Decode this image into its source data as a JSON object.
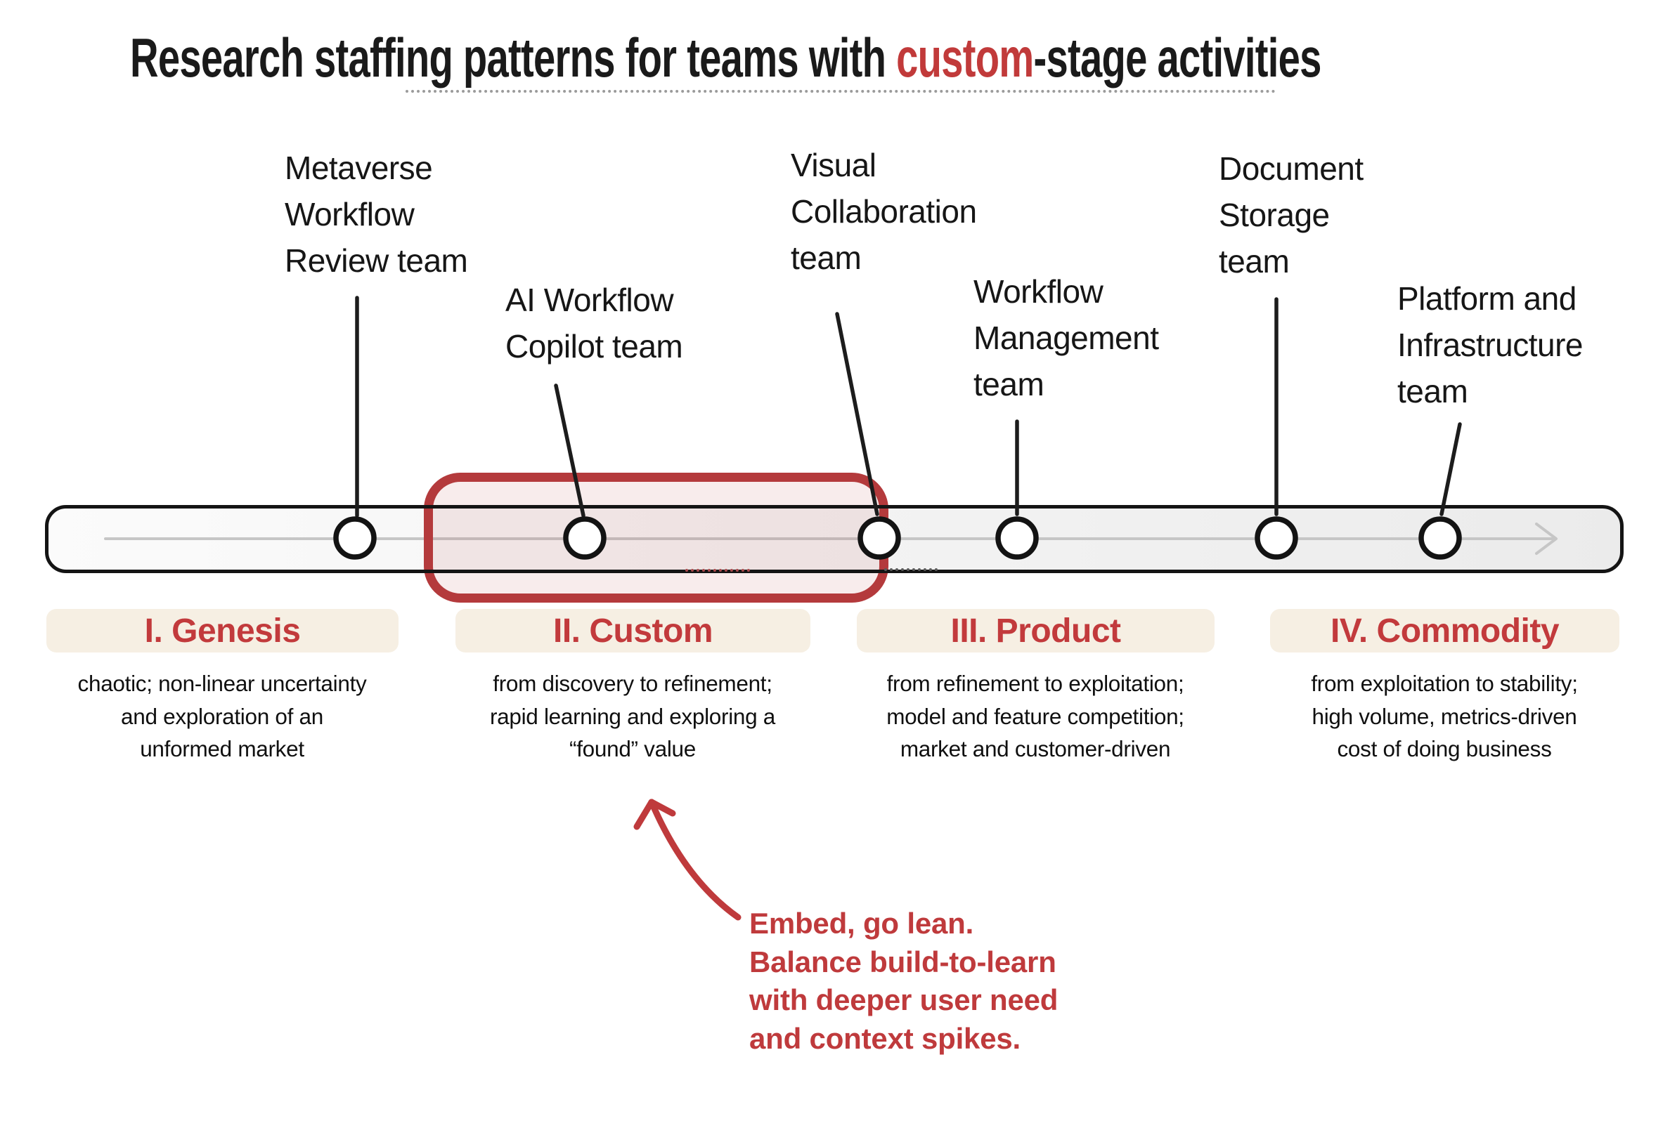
{
  "title": {
    "prefix": "Research staffing patterns for teams with ",
    "highlight": "custom",
    "suffix": "-stage activities"
  },
  "teams": [
    {
      "name": "Metaverse\nWorkflow\nReview team",
      "stage": "I. Genesis"
    },
    {
      "name": "AI Workflow\nCopilot team",
      "stage": "II. Custom"
    },
    {
      "name": "Visual\nCollaboration\nteam",
      "stage": "II. Custom"
    },
    {
      "name": "Workflow\nManagement\nteam",
      "stage": "III. Product"
    },
    {
      "name": "Document\nStorage\nteam",
      "stage": "III. Product"
    },
    {
      "name": "Platform and\nInfrastructure\nteam",
      "stage": "IV. Commodity"
    }
  ],
  "stages": [
    {
      "label": "I. Genesis",
      "description": "chaotic; non-linear uncertainty\nand exploration of an\nunformed market"
    },
    {
      "label": "II. Custom",
      "description": "from discovery to refinement;\nrapid learning and exploring a\n“found” value"
    },
    {
      "label": "III. Product",
      "description": "from refinement to exploitation;\nmodel and feature competition;\nmarket and customer-driven"
    },
    {
      "label": "IV. Commodity",
      "description": "from exploitation to stability;\nhigh volume, metrics-driven\ncost of doing business"
    }
  ],
  "annotation": {
    "text": "Embed, go lean.\nBalance build-to-learn\nwith deeper user need\nand context spikes."
  },
  "highlighted_stage": "II. Custom",
  "colors": {
    "accent_red": "#c13a3a",
    "annotation_red": "#bf3a3c",
    "highlight_border_red": "#b43a3c",
    "pill_background": "#f6efe3",
    "bar_border": "#141414",
    "bar_fill_light": "#fbfbfb",
    "bar_fill_dark": "#ebebeb",
    "axis_arrow_gray": "#c6c6c6"
  }
}
